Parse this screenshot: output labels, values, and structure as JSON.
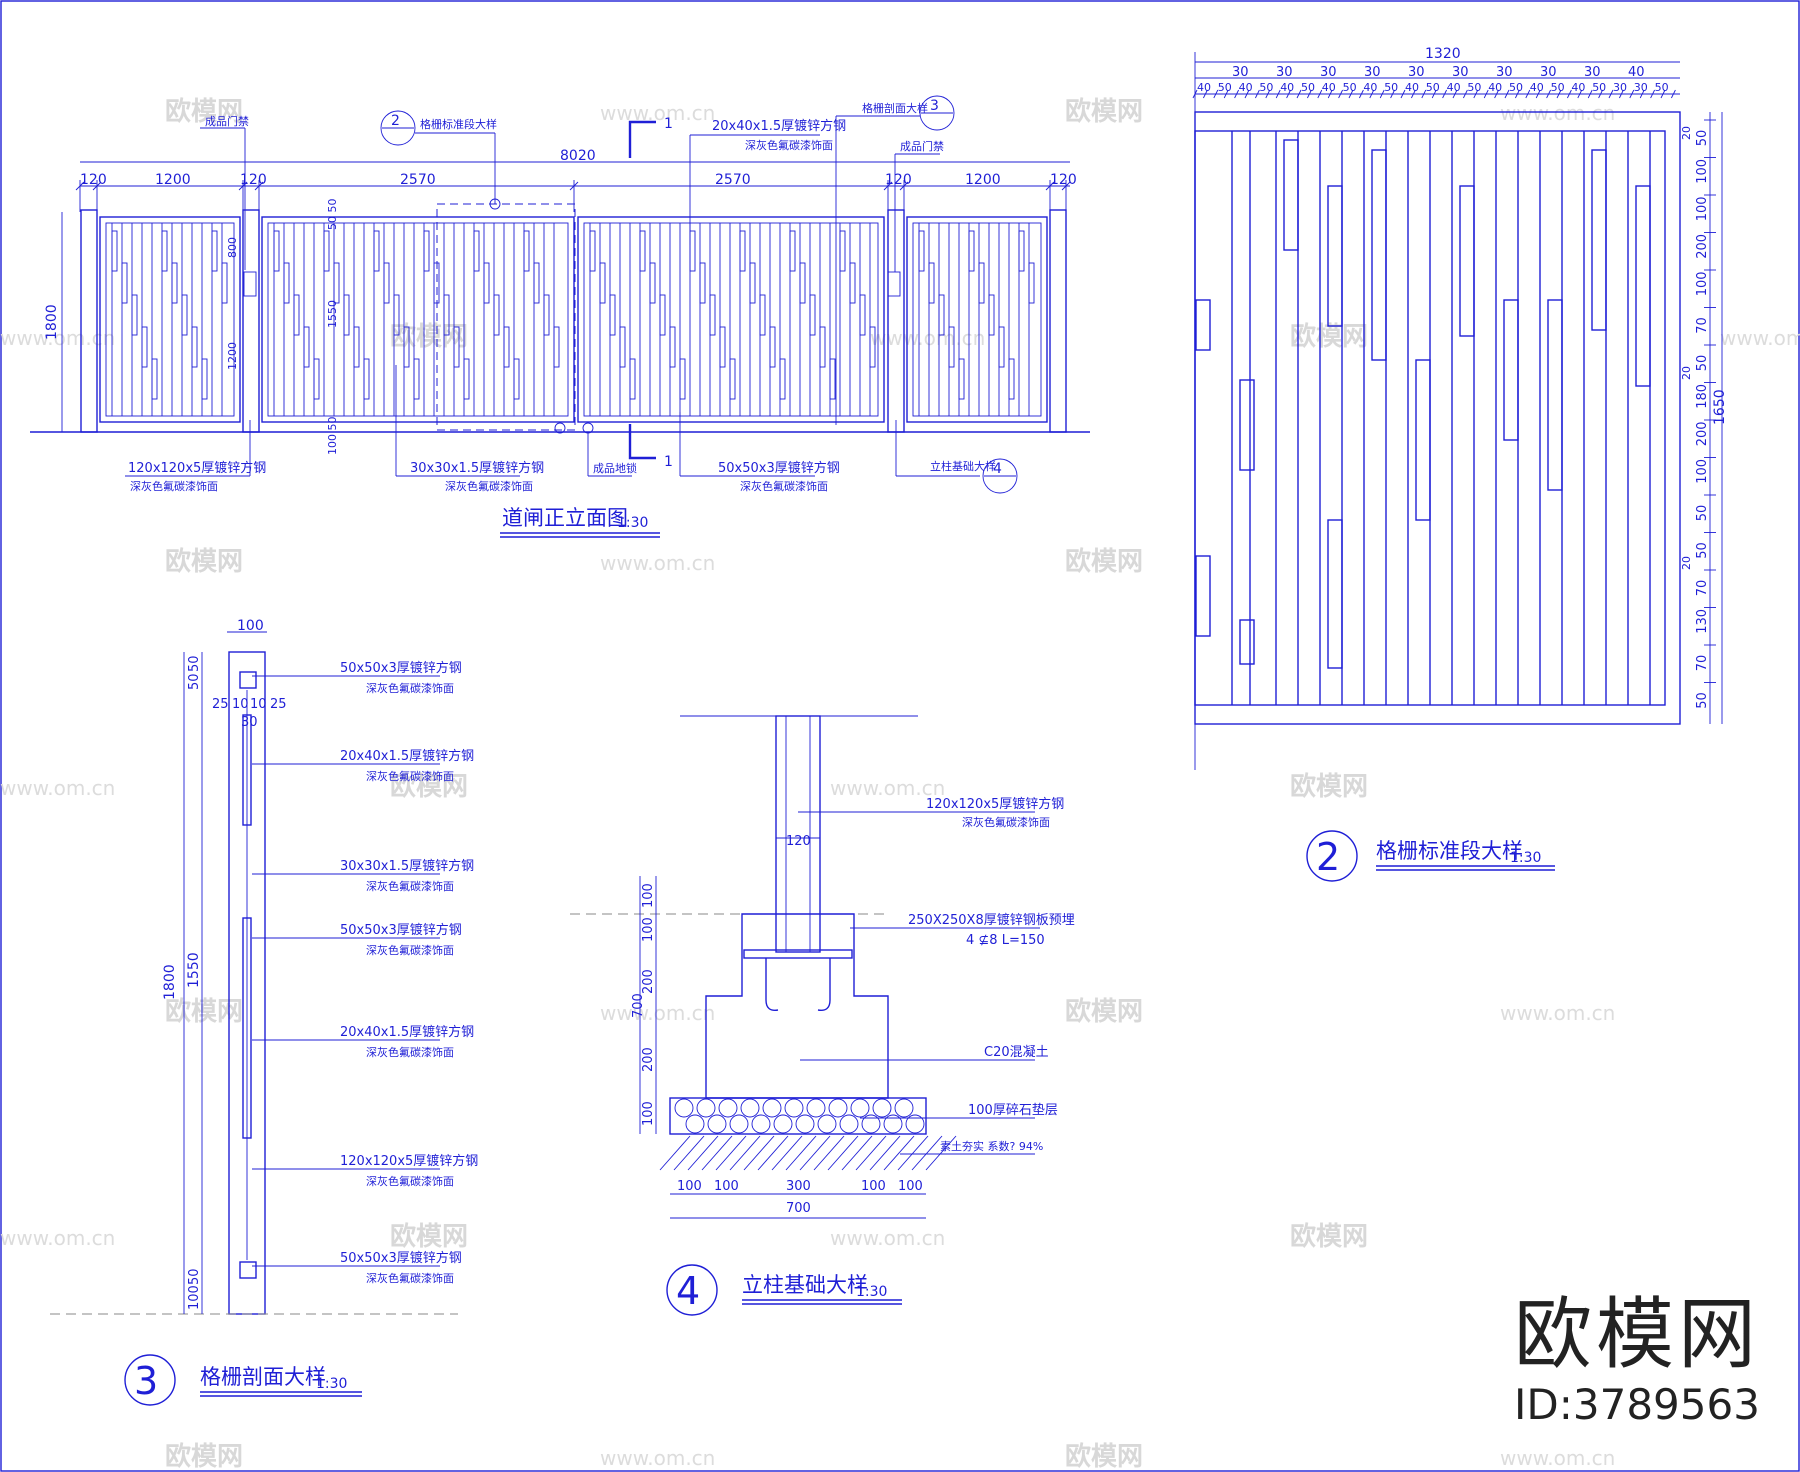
{
  "watermarks": [
    "欧模网",
    "www.om.cn"
  ],
  "brand": {
    "name": "欧模网",
    "id": "ID:3789563"
  },
  "elevation": {
    "title": "道闸正立面图",
    "scale": "1:30",
    "dims_top": [
      "120",
      "1200",
      "120",
      "2570",
      "2570",
      "120",
      "1200",
      "120"
    ],
    "total": "8020",
    "height": "1800",
    "left_dims": [
      "800",
      "1200",
      "1550",
      "50 50",
      "100 50"
    ],
    "section_mark": "1",
    "callouts": {
      "gate_latch_left": "成品门禁",
      "gate_latch_right": "成品门禁",
      "std_detail": "格栅标准段大样",
      "std_num": "2",
      "sect_detail": "格栅剖面大样",
      "sect_num": "3",
      "found_detail": "立柱基础大样",
      "found_num": "4",
      "ground_lock": "成品地锁",
      "pipe_top": "20x40x1.5厚镀锌方钢",
      "finish": "深灰色氟碳漆饰面",
      "post": "120x120x5厚镀锌方钢",
      "bar": "30x30x1.5厚镀锌方钢",
      "frame": "50x50x3厚镀锌方钢"
    }
  },
  "grille_standard": {
    "title": "格栅标准段大样",
    "num": "2",
    "scale": "1:30",
    "total": "1320",
    "top_row1": [
      "30",
      "30",
      "30",
      "30",
      "30",
      "30",
      "30",
      "30",
      "30",
      "40"
    ],
    "top_row2": [
      "40",
      "50",
      "40",
      "50",
      "40",
      "50",
      "40",
      "50",
      "40",
      "50",
      "40",
      "50",
      "40",
      "50",
      "40",
      "50",
      "40",
      "50",
      "40",
      "50",
      "30",
      "30",
      "50"
    ],
    "right_dims": [
      "50",
      "100",
      "100",
      "200",
      "100",
      "70",
      "50",
      "180",
      "200",
      "100",
      "50",
      "50",
      "70",
      "130",
      "70",
      "50"
    ],
    "right_small": [
      "20",
      "20",
      "20"
    ],
    "right_total": "1650"
  },
  "grille_section": {
    "title": "格栅剖面大样",
    "num": "3",
    "scale": "1:30",
    "width": "100",
    "sub_dims": [
      "25",
      "10",
      "10",
      "25",
      "30"
    ],
    "height": "1800",
    "inner": "1550",
    "top_dims": [
      "50",
      "50"
    ],
    "bottom_dims": [
      "100",
      "50"
    ],
    "labels": [
      {
        "t": "50x50x3厚镀锌方钢",
        "s": "深灰色氟碳漆饰面"
      },
      {
        "t": "20x40x1.5厚镀锌方钢",
        "s": "深灰色氟碳漆饰面"
      },
      {
        "t": "30x30x1.5厚镀锌方钢",
        "s": "深灰色氟碳漆饰面"
      },
      {
        "t": "50x50x3厚镀锌方钢",
        "s": "深灰色氟碳漆饰面"
      },
      {
        "t": "20x40x1.5厚镀锌方钢",
        "s": "深灰色氟碳漆饰面"
      },
      {
        "t": "120x120x5厚镀锌方钢",
        "s": "深灰色氟碳漆饰面"
      },
      {
        "t": "50x50x3厚镀锌方钢",
        "s": "深灰色氟碳漆饰面"
      }
    ]
  },
  "foundation": {
    "title": "立柱基础大样",
    "num": "4",
    "scale": "1:30",
    "post_label": "120x120x5厚镀锌方钢",
    "post_finish": "深灰色氟碳漆饰面",
    "post_w": "120",
    "plate": "250X250X8厚镀锌钢板预埋",
    "bolts": "4 ⊈8  L=150",
    "concrete": "C20混凝土",
    "gravel": "100厚碎石垫层",
    "soil": "素土夯实  系数? 94%",
    "left_dims": [
      "100",
      "100",
      "200",
      "200",
      "100"
    ],
    "left_total": "700",
    "bottom_dims": [
      "100",
      "100",
      "300",
      "100",
      "100"
    ],
    "bottom_total": "700"
  }
}
